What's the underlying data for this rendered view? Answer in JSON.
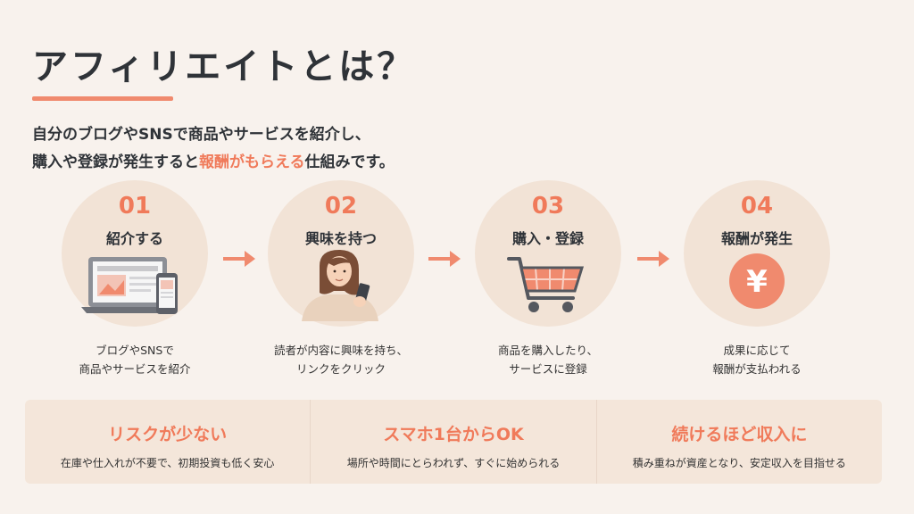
{
  "title": "アフィリエイトとは？",
  "lead": {
    "line1": "自分のブログやSNSで商品やサービスを紹介し、",
    "line2_pre": "購入や登録が発生すると",
    "line2_highlight": "報酬がもらえる",
    "line2_post": "仕組みです。"
  },
  "steps": [
    {
      "num": "01",
      "label": "紹介する",
      "desc_line1": "ブログやSNSで",
      "desc_line2": "商品やサービスを紹介",
      "icon": "laptop-phone"
    },
    {
      "num": "02",
      "label": "興味を持つ",
      "desc_line1": "読者が内容に興味を持ち、",
      "desc_line2": "リンクをクリック",
      "icon": "woman-with-phone"
    },
    {
      "num": "03",
      "label": "購入・登録",
      "desc_line1": "商品を購入したり、",
      "desc_line2": "サービスに登録",
      "icon": "shopping-cart"
    },
    {
      "num": "04",
      "label": "報酬が発生",
      "desc_line1": "成果に応じて",
      "desc_line2": "報酬が支払われる",
      "icon": "yen-coin"
    }
  ],
  "yen_symbol": "¥",
  "benefits": [
    {
      "title": "リスクが少ない",
      "text": "在庫や仕入れが不要で、初期投資も低く安心"
    },
    {
      "title": "スマホ1台からOK",
      "text": "場所や時間にとらわれず、すぐに始められる"
    },
    {
      "title": "続けるほど収入に",
      "text": "積み重ねが資産となり、安定収入を目指せる"
    }
  ],
  "colors": {
    "accent": "#f07a5a",
    "circle": "#f2e3d6",
    "background": "#f8f2ed",
    "panel": "#f4e6da"
  }
}
